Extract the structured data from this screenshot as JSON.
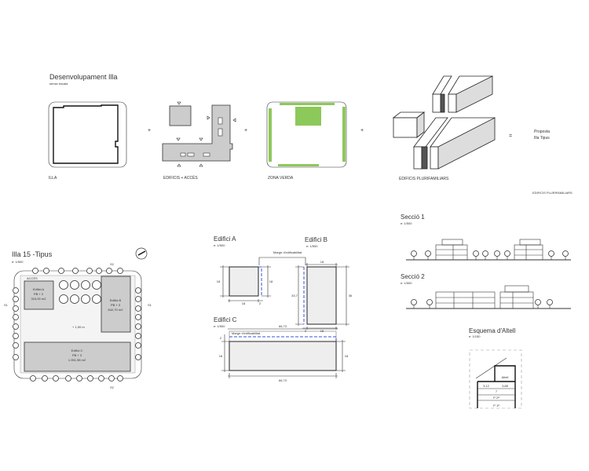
{
  "top": {
    "title": "Desenvolupament Illa",
    "subtitle": "sense escala",
    "labels": {
      "illa": "ILLA",
      "edificis": "EDIFICIS + ACCÉS",
      "zona": "ZONA VERDA",
      "pluri": "EDIFICIS PLURIFAMILIARS"
    },
    "plus": "+",
    "equals": "=",
    "result": [
      "Proposta",
      "Illa Tipus"
    ],
    "caption": "EDIFICIS PLURIFAMILIARS"
  },
  "plan": {
    "title": "Illa 15 -Tipus",
    "scale": "e: 1/500",
    "access": "ACCÉS",
    "section_marks": [
      "S1",
      "S1",
      "S2",
      "S2"
    ],
    "level": "+ 1,00 m",
    "buildings": [
      {
        "name": "Edifici A",
        "floors": "PB + 2",
        "area": "324,00 m2"
      },
      {
        "name": "Edifici B",
        "floors": "PB + 3",
        "area": "642,70 m2"
      },
      {
        "name": "Edifici C",
        "floors": "PB + 3",
        "area": "1.051,98 m2"
      }
    ]
  },
  "edificis": {
    "a": {
      "title": "Edifici A",
      "scale": "e: 1/500",
      "dims": [
        "18",
        "18",
        "18",
        "2"
      ]
    },
    "b": {
      "title": "Edifici B",
      "scale": "e: 1/500",
      "dims": [
        "18",
        "36",
        "33,7",
        "18",
        "2"
      ]
    },
    "c": {
      "title": "Edifici C",
      "scale": "e: 1/500",
      "dims": [
        "66,73",
        "18",
        "18",
        "66,73",
        "2"
      ]
    },
    "marge": "Marge d'edificabilitat"
  },
  "seccions": {
    "s1": {
      "title": "Secció 1",
      "scale": "e: 1/500"
    },
    "s2": {
      "title": "Secció 2",
      "scale": "e: 1/500"
    }
  },
  "altell": {
    "title": "Esquema d'Altell",
    "scale": "e: 1/150",
    "room": "Altell",
    "dims": [
      "3,12",
      "3,88",
      "7",
      "P 2ª",
      "P 1ª"
    ]
  },
  "colors": {
    "green": "#8dc85a",
    "blue": "#3355dd",
    "gray": "#cccccc"
  }
}
